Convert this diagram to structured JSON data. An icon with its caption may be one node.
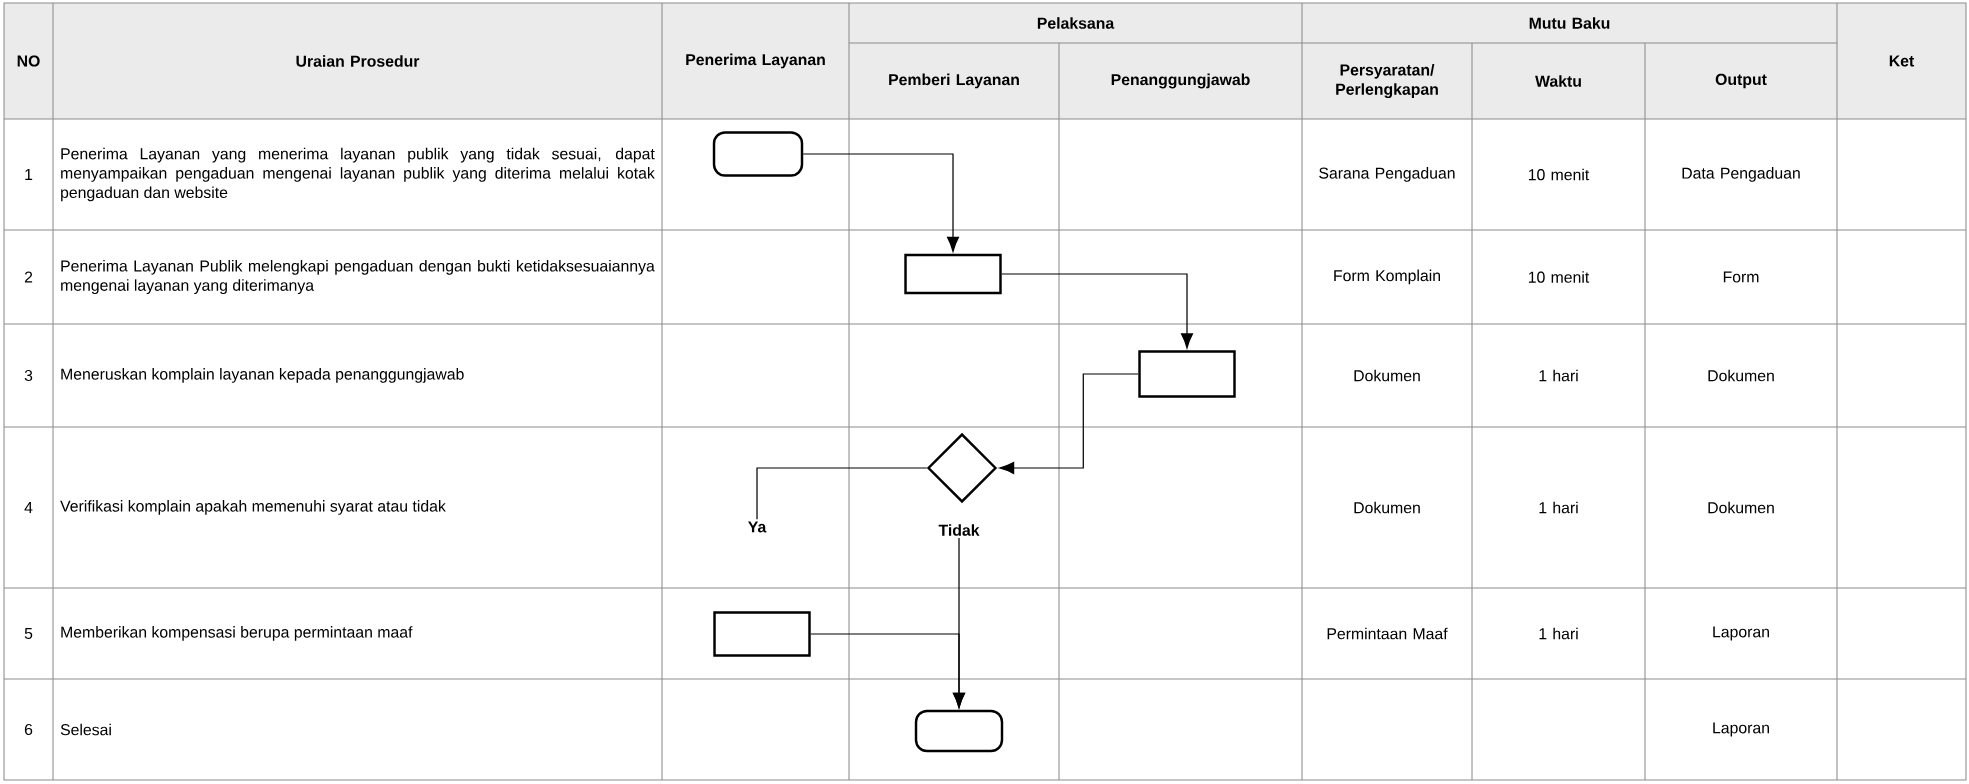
{
  "diagram": {
    "nodes": [
      {
        "text": [],
        "shape": "terminator"
      },
      {
        "text": [],
        "shape": "box"
      },
      {
        "text": [],
        "shape": "box"
      },
      {
        "text": [],
        "shape": "diamond"
      },
      {
        "text": [
          "Ya"
        ]
      },
      {
        "text": [
          "Tidak"
        ]
      },
      {
        "text": [],
        "shape": "box"
      },
      {
        "text": [],
        "shape": "terminator"
      }
    ],
    "edges": [
      {
        "from": 0,
        "to": 1,
        "arrow": "to"
      },
      {
        "from": 1,
        "to": 2,
        "arrow": "to"
      },
      {
        "from": 2,
        "to": 3,
        "arrow": "to"
      },
      {
        "from": 3,
        "to": 4,
        "arrow": "none"
      },
      {
        "from": 5,
        "to": 7,
        "arrow": "to"
      },
      {
        "from": 6,
        "to": 7,
        "arrow": "to"
      }
    ],
    "labels": [
      "NO",
      "Uraian Prosedur",
      "Penerima Layanan",
      "Pelaksana",
      "Mutu Baku",
      "Ket",
      "Pemberi Layanan",
      "Penanggungjawab",
      "Persyaratan/ Perlengkapan",
      "Waktu",
      "Output",
      "1",
      "Penerima Layanan yang menerima layanan publik yang tidak sesuai, dapat menyampaikan pengaduan mengenai layanan publik yang diterima melalui kotak pengaduan dan website",
      "Sarana Pengaduan",
      "10 menit",
      "Data Pengaduan",
      "2",
      "Penerima Layanan Publik melengkapi pengaduan dengan bukti ketidaksesuaiannya mengenai layanan yang diterimanya",
      "Form Komplain",
      "10 menit",
      "Form",
      "3",
      "Meneruskan komplain layanan kepada penanggungjawab",
      "Dokumen",
      "1 hari",
      "Dokumen",
      "4",
      "Verifikasi komplain apakah memenuhi syarat atau tidak",
      "Dokumen",
      "1 hari",
      "Dokumen",
      "5",
      "Memberikan kompensasi berupa permintaan maaf",
      "Permintaan Maaf",
      "1 hari",
      "Laporan",
      "6",
      "Selesai",
      "Laporan"
    ]
  }
}
